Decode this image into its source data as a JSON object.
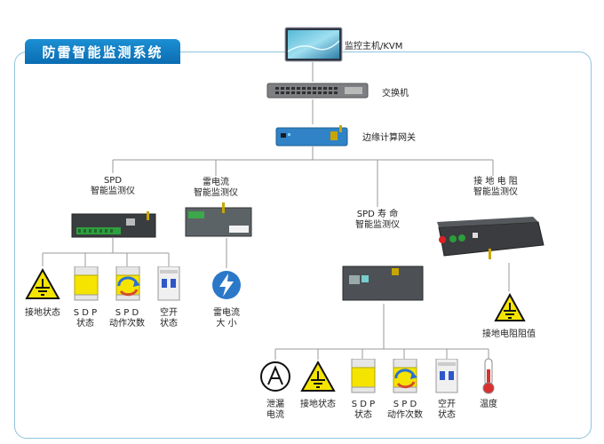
{
  "title": "防雷智能监测系统",
  "top": {
    "kvm": "监控主机/KVM",
    "switch": "交换机",
    "gateway": "边缘计算网关"
  },
  "monitors": {
    "spd": [
      "SPD",
      "智能监测仪"
    ],
    "lightning": [
      "雷电流",
      "智能监测仪"
    ],
    "life": [
      "SPD  寿 命",
      "智能监测仪"
    ],
    "ground": [
      "接 地 电 阻",
      "智能监测仪"
    ]
  },
  "spd_icons": [
    [
      "接地状态"
    ],
    [
      "S D P",
      "状态"
    ],
    [
      "S P D",
      "动作次数"
    ],
    [
      "空开",
      "状态"
    ]
  ],
  "lightning_icon": [
    "雷电流",
    "大  小"
  ],
  "ground_icon": [
    "接地电阻阻值"
  ],
  "life_icons": [
    [
      "泄漏",
      "电流"
    ],
    [
      "接地状态"
    ],
    [
      "S D P",
      "状态"
    ],
    [
      "S P D",
      "动作次数"
    ],
    [
      "空开",
      "状态"
    ],
    [
      "温度"
    ]
  ],
  "colors": {
    "accent": "#1a86cc",
    "line": "#9a9a9a",
    "frame": "#8fc4dd",
    "spd_yellow": "#f5e400"
  }
}
